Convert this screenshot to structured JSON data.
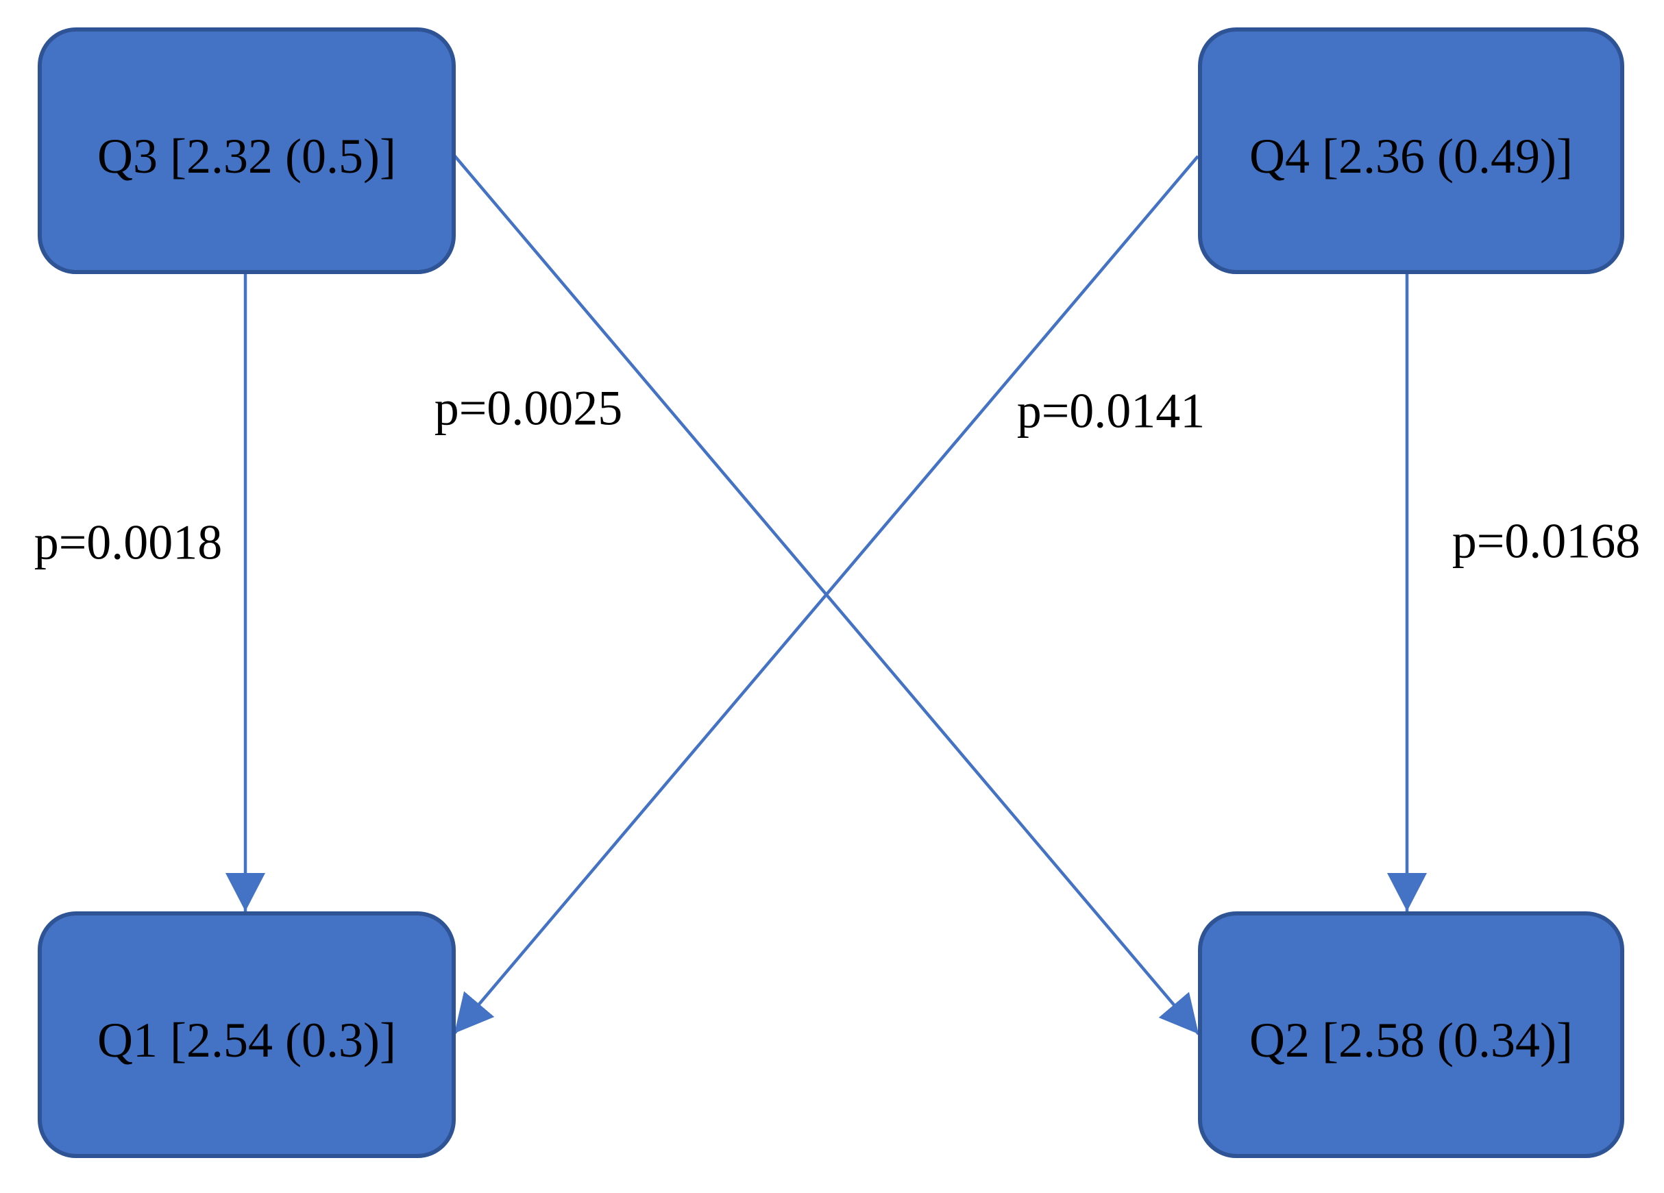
{
  "diagram": {
    "colors": {
      "node_fill": "#4472C4",
      "node_border": "#2F5496",
      "arrow": "#4472C4",
      "text": "#000000",
      "background": "#FFFFFF"
    },
    "nodes": [
      {
        "id": "Q3",
        "label": "Q3 [2.32 (0.5)]",
        "position": "top-left"
      },
      {
        "id": "Q4",
        "label": "Q4 [2.36 (0.49)]",
        "position": "top-right"
      },
      {
        "id": "Q1",
        "label": "Q1 [2.54 (0.3)]",
        "position": "bottom-left"
      },
      {
        "id": "Q2",
        "label": "Q2 [2.58 (0.34)]",
        "position": "bottom-right"
      }
    ],
    "edges": [
      {
        "from": "Q3",
        "to": "Q1",
        "label": "p=0.0018"
      },
      {
        "from": "Q3",
        "to": "Q2",
        "label": "p=0.0025"
      },
      {
        "from": "Q4",
        "to": "Q1",
        "label": "p=0.0141"
      },
      {
        "from": "Q4",
        "to": "Q2",
        "label": "p=0.0168"
      }
    ]
  }
}
